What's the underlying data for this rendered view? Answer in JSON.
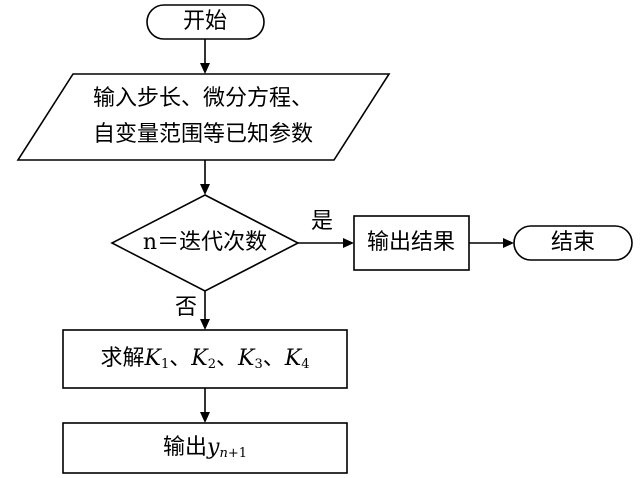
{
  "nodes": {
    "start": "开始",
    "input_line1": "输入步长、微分方程、",
    "input_line2": "自变量范围等已知参数",
    "decision": "n＝迭代次数",
    "output_result": "输出结果",
    "end": "结束",
    "solve": {
      "prefix": "求解",
      "k": "K",
      "sep": "、",
      "indices": [
        "1",
        "2",
        "3",
        "4"
      ]
    },
    "output_y": {
      "prefix": "输出",
      "var": "y",
      "sub_n": "n",
      "sub_rest": "+1"
    }
  },
  "edges": {
    "yes": "是",
    "no": "否"
  }
}
